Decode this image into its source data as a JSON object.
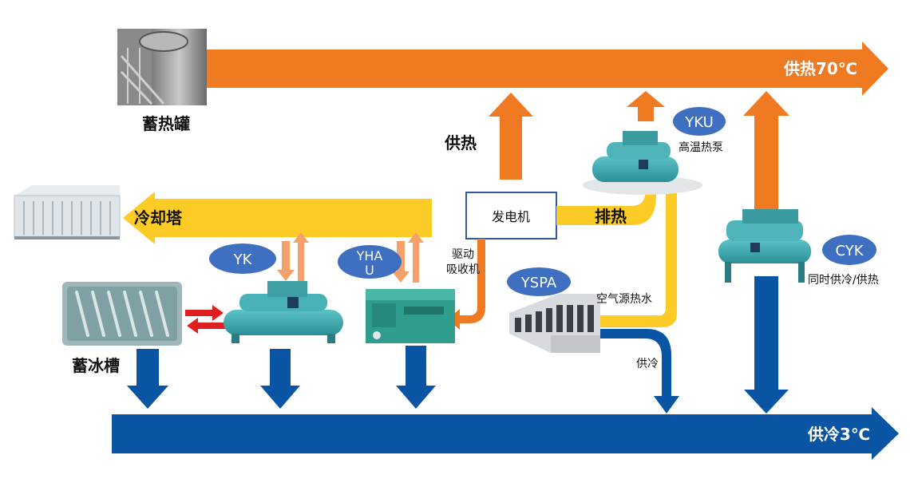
{
  "colors": {
    "hot": "#F07A22",
    "cool_tower": "#FDCB25",
    "cold": "#0A55A3",
    "red": "#E02020",
    "label_oval": "#3E6FC0",
    "equipment": "#3BA8AE"
  },
  "labels": {
    "heat_tank": "蓄热罐",
    "heat_supply_70": "供热70℃",
    "heat_supply": "供热",
    "cooling_tower": "冷却塔",
    "generator": "发电机",
    "exhaust_heat": "排热",
    "drive_absorption_line1": "驱动",
    "drive_absorption_line2": "吸收机",
    "ice_tank": "蓄冰槽",
    "cold_supply_3": "供冷3℃",
    "cold_supply": "供冷",
    "air_source_hot_water": "空气源热水",
    "high_temp_heat_pump": "高温热泵",
    "simultaneous": "同时供冷/供热"
  },
  "models": {
    "yk": "YK",
    "yhau_line1": "YHA",
    "yhau_line2": "U",
    "yspa": "YSPA",
    "yku": "YKU",
    "cyk": "CYK"
  }
}
